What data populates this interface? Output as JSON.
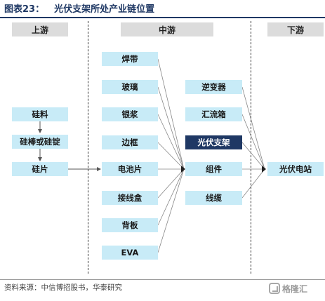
{
  "title": {
    "figure_no": "图表23：",
    "text": "光伏支架所处产业链位置"
  },
  "headers": {
    "upstream": "上游",
    "midstream": "中游",
    "downstream": "下游"
  },
  "upstream": {
    "items": [
      "硅料",
      "硅棒或硅锭",
      "硅片"
    ]
  },
  "midstream_left": {
    "items": [
      "焊带",
      "玻璃",
      "银浆",
      "边框",
      "电池片",
      "接线盒",
      "背板",
      "EVA"
    ]
  },
  "midstream_right": {
    "items": [
      "逆变器",
      "汇流箱",
      "光伏支架",
      "组件",
      "线缆"
    ],
    "highlighted": "光伏支架"
  },
  "downstream": {
    "items": [
      "光伏电站"
    ]
  },
  "footer": {
    "source": "资料来源：中信博招股书，华泰研究",
    "logo_text": "格隆汇"
  },
  "colors": {
    "box": "#c8ebf7",
    "highlight": "#1f3864",
    "header": "#dcdcdc",
    "title": "#1f3864"
  }
}
